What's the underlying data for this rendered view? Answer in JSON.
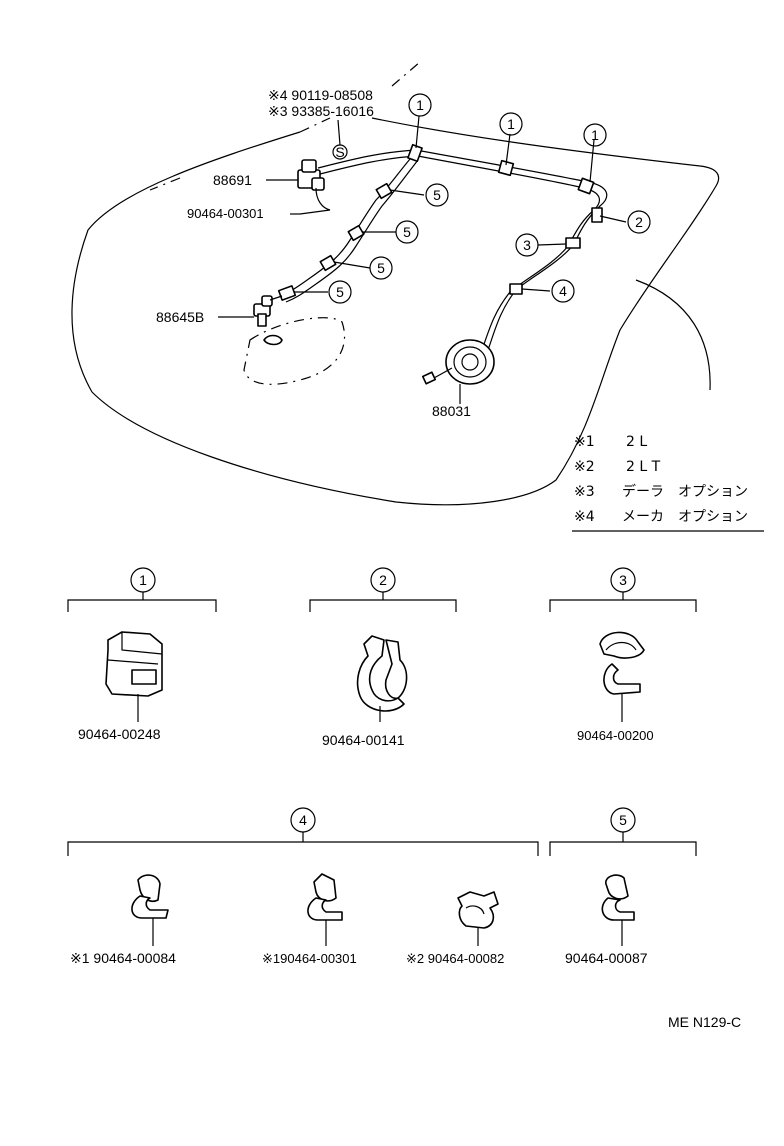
{
  "callouts": {
    "c1": "1",
    "c2": "2",
    "c3": "3",
    "c4": "4",
    "c5": "5"
  },
  "labels": {
    "p4_note": "※4 90119-08508",
    "p3_note": "※3 93385-16016",
    "s_mark": "S",
    "p88691": "88691",
    "p90464_00301": "90464-00301",
    "p88645b": "88645B",
    "p88031": "88031"
  },
  "legend": [
    {
      "mark": "※1",
      "text": "2 L"
    },
    {
      "mark": "※2",
      "text": "2 L T"
    },
    {
      "mark": "※3",
      "text": "デーラ　オプション"
    },
    {
      "mark": "※4",
      "text": "メーカ　オプション"
    }
  ],
  "clips": {
    "g1": {
      "num": "1",
      "part": "90464-00248"
    },
    "g2": {
      "num": "2",
      "part": "90464-00141"
    },
    "g3": {
      "num": "3",
      "part": "90464-00200"
    },
    "g4": {
      "num": "4",
      "a": "※1  90464-00084",
      "b": "※190464-00301",
      "c": "※2 90464-00082"
    },
    "g5": {
      "num": "5",
      "part": "90464-00087"
    }
  },
  "figure_code": "ME N129-C"
}
